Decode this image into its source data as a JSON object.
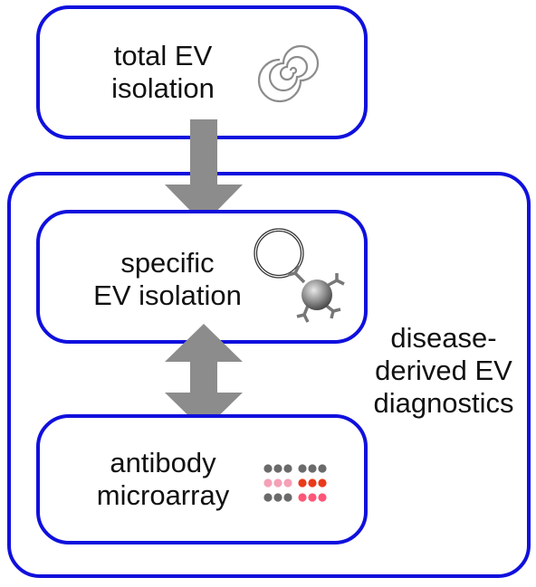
{
  "boxes": {
    "total": {
      "line1": "total EV",
      "line2": "isolation",
      "icon": "spiral-icon"
    },
    "specific": {
      "line1": "specific",
      "line2": "EV isolation",
      "icon": "antibody-bound-vesicle-icon"
    },
    "microarray": {
      "line1": "antibody",
      "line2": "microarray",
      "icon": "microarray-dots-icon"
    }
  },
  "group": {
    "line1": "disease-",
    "line2": "derived EV",
    "line3": "diagnostics"
  },
  "arrows": {
    "total_to_specific": "down-arrow",
    "specific_microarray": "double-headed-arrow"
  },
  "colors": {
    "border": "#1010dd",
    "arrow": "#8c8c8c",
    "dot_dark": "#6a6a6a",
    "dot_pink": "#f5a0b6",
    "dot_red": "#ea3a1a",
    "dot_rose": "#ff5577"
  }
}
